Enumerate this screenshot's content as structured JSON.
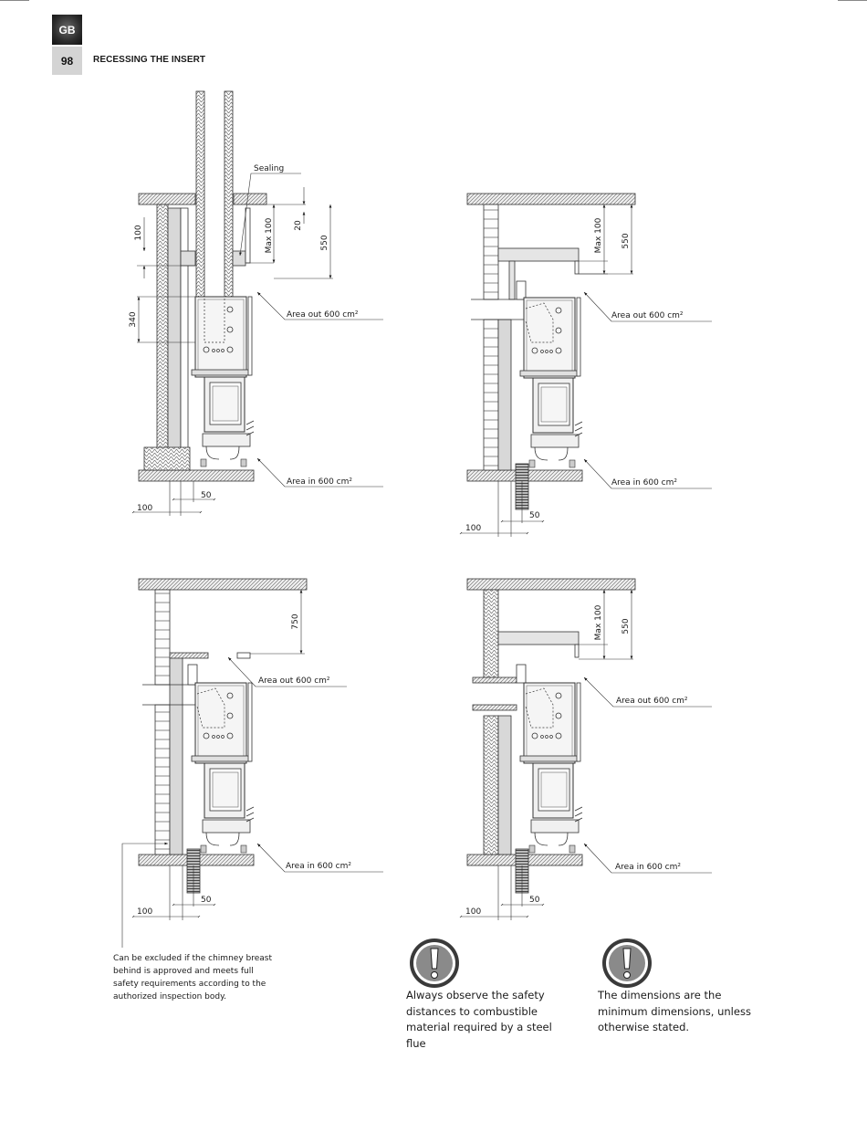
{
  "header": {
    "lang_code": "GB",
    "page_number": "98",
    "section_title": "RECESSING THE INSERT"
  },
  "diagrams": [
    {
      "id": "top-left",
      "labels": {
        "sealing": "Sealing",
        "dim_100_top": "100",
        "dim_340": "340",
        "dim_max100": "Max 100",
        "dim_20": "20",
        "dim_550": "550",
        "area_out": "Area out 600 cm²",
        "area_in": "Area in 600 cm²",
        "dim_50": "50",
        "dim_100_bottom": "100"
      }
    },
    {
      "id": "top-right",
      "labels": {
        "dim_max100": "Max 100",
        "dim_550": "550",
        "area_out": "Area out 600 cm²",
        "area_in": "Area in 600 cm²",
        "dim_50": "50",
        "dim_100_bottom": "100"
      }
    },
    {
      "id": "bottom-left",
      "labels": {
        "dim_750": "750",
        "area_out": "Area out 600 cm²",
        "area_in": "Area in 600 cm²",
        "dim_50": "50",
        "dim_100_bottom": "100"
      }
    },
    {
      "id": "bottom-right",
      "labels": {
        "dim_max100": "Max 100",
        "dim_550": "550",
        "area_out": "Area out 600 cm²",
        "area_in": "Area in 600 cm²",
        "dim_50": "50",
        "dim_100_bottom": "100"
      }
    }
  ],
  "notes": {
    "exclusion_lines": [
      "Can be excluded if the chimney breast",
      "behind is approved and meets full",
      "safety requirements according to the",
      "authorized inspection body."
    ],
    "warning_1_lines": [
      "Always observe the safety",
      "distances to combustible",
      "material required by a steel",
      "flue"
    ],
    "warning_2_lines": [
      "The dimensions are the",
      "minimum dimensions, unless",
      "otherwise stated."
    ]
  },
  "icons": {
    "warning": "exclamation-warning-icon"
  }
}
